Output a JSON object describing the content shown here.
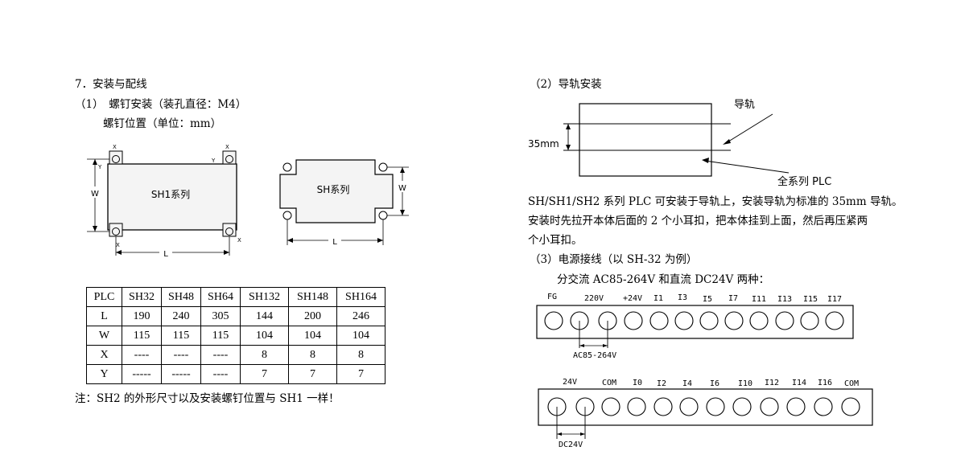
{
  "left": {
    "section_title": "7．安装与配线",
    "sub1_title": "（1）　螺钉安装（装孔直径：M4）",
    "sub1_caption": "螺钉位置（单位：mm）",
    "diagram1": {
      "label": "SH1系列",
      "dim_w": "W",
      "dim_l": "L",
      "dim_x": "X",
      "dim_y": "Y"
    },
    "diagram2": {
      "label": "SH系列",
      "dim_w": "W",
      "dim_l": "L"
    },
    "table": {
      "headers": [
        "PLC",
        "SH32",
        "SH48",
        "SH64",
        "SH132",
        "SH148",
        "SH164"
      ],
      "rows": [
        [
          "L",
          "190",
          "240",
          "305",
          "144",
          "200",
          "246"
        ],
        [
          "W",
          "115",
          "115",
          "115",
          "104",
          "104",
          "104"
        ],
        [
          "X",
          "----",
          "----",
          "----",
          "8",
          "8",
          "8"
        ],
        [
          "Y",
          "-----",
          "-----",
          "----",
          "7",
          "7",
          "7"
        ]
      ]
    },
    "note": "注：SH2 的外形尺寸以及安装螺钉位置与 SH1 一样！"
  },
  "right": {
    "sub2_title": "（2）导轨安装",
    "rail_label": "导轨",
    "rail_height": "35mm",
    "plc_label": "全系列 PLC",
    "para": [
      "SH/SH1/SH2 系列 PLC 可安装于导轨上，安装导轨为标准的 35mm 导轨。",
      "安装时先拉开本体后面的 2 个小耳扣，把本体挂到上面，然后再压紧两",
      "个小耳扣。"
    ],
    "sub3_title": "（3）电源接线（以 SH-32 为例）",
    "sub3_caption": "分交流 AC85-264V 和直流 DC24V 两种：",
    "strip1": {
      "labels": [
        "FG",
        "220V",
        "+24V",
        "I1",
        "I3",
        "I5",
        "I7",
        "I11",
        "I13",
        "I15",
        "I17"
      ],
      "annotation": "AC85-264V"
    },
    "strip2": {
      "labels": [
        "24V",
        "COM",
        "I0",
        "I2",
        "I4",
        "I6",
        "I10",
        "I12",
        "I14",
        "I16",
        "COM"
      ],
      "annotation": "DC24V"
    }
  }
}
